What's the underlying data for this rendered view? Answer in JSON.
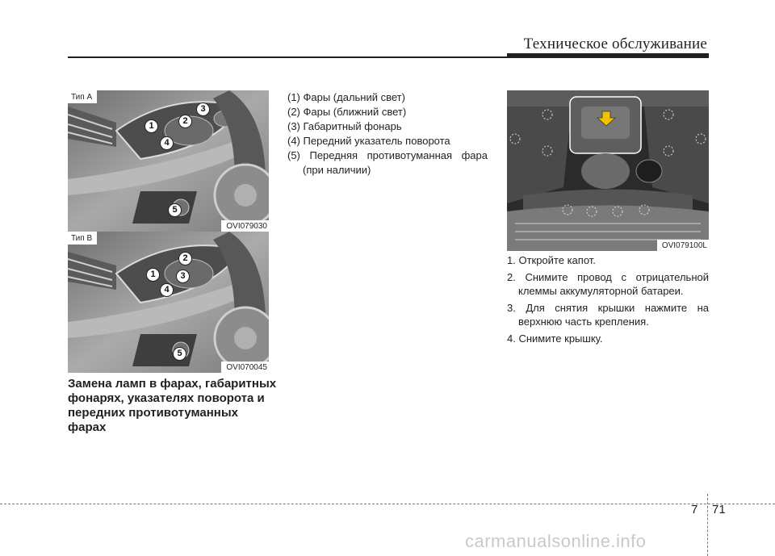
{
  "header": {
    "title": "Техническое обслуживание"
  },
  "figures": {
    "type_a": {
      "label": "Тип A",
      "code": "OVI079030",
      "callouts": [
        "1",
        "2",
        "3",
        "4",
        "5"
      ]
    },
    "type_b": {
      "label": "Тип B",
      "code": "OVI070045",
      "callouts": [
        "1",
        "2",
        "3",
        "4",
        "5"
      ]
    },
    "engine": {
      "code": "OVI079100L"
    }
  },
  "section_title": "Замена ламп в фарах, габаритных фонарях, указателях поворота и передних противотуманных фарах",
  "parts_list": [
    "(1) Фары (дальний свет)",
    "(2) Фары (ближний свет)",
    "(3) Габаритный фонарь",
    "(4) Передний указатель поворота",
    "(5) Передняя противотуманная фара",
    "(при наличии)"
  ],
  "steps": [
    "1. Откройте капот.",
    "2. Снимите провод с отрицательной клеммы аккумуляторной батареи.",
    "3. Для снятия крышки нажмите на верхнюю часть крепления.",
    "4. Снимите крышку."
  ],
  "footer": {
    "chapter": "7",
    "page": "71",
    "watermark": "carmanualsonline.info"
  }
}
